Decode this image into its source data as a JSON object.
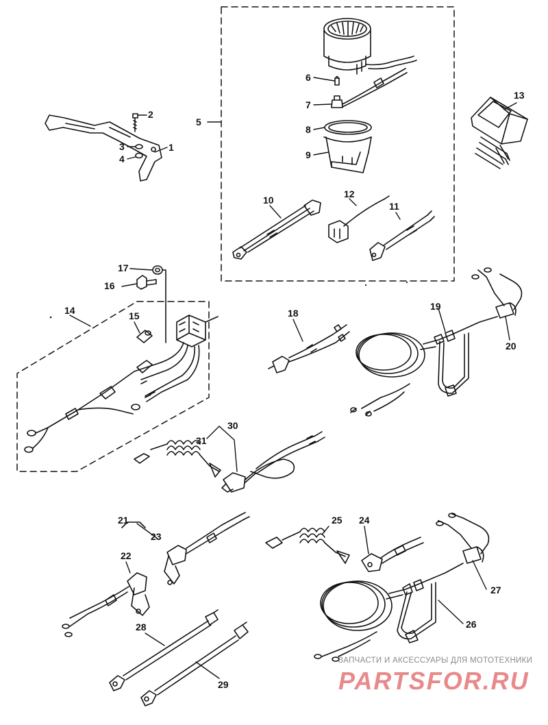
{
  "callouts": [
    "1",
    "2",
    "3",
    "4",
    "5",
    "6",
    "7",
    "8",
    "9",
    "10",
    "11",
    "12",
    "13",
    "14",
    "15",
    "16",
    "17",
    "18",
    "19",
    "20",
    "21",
    "22",
    "23",
    "24",
    "25",
    "26",
    "27",
    "28",
    "29",
    "30",
    "31"
  ],
  "watermark": {
    "caption": "ЗАПЧАСТИ И АКСЕССУАРЫ ДЛЯ МОТОТЕХНИКИ",
    "logo": "PARTSFOR.RU"
  }
}
